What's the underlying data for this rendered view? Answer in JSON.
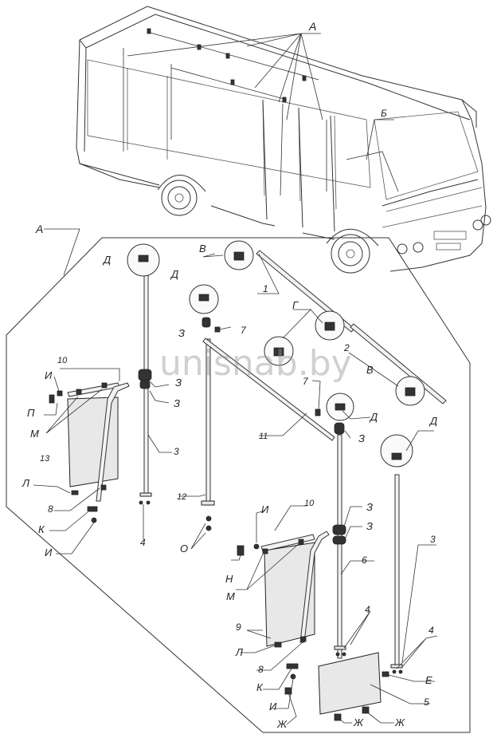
{
  "watermark": "unisnab.by",
  "labels": {
    "A_top": "А",
    "B_top": "Б",
    "A_panel": "А",
    "D1": "Д",
    "D2": "Д",
    "D3": "Д",
    "D4": "Д",
    "V1": "В",
    "V2": "В",
    "G": "Г",
    "n1": "1",
    "n2": "2",
    "z1": "З",
    "z2": "З",
    "z3": "З",
    "z4": "З",
    "z5": "З",
    "z6": "З",
    "n7a": "7",
    "n7b": "7",
    "n10a": "10",
    "n10b": "10",
    "I1": "И",
    "I2": "И",
    "I3": "И",
    "I4": "И",
    "P": "П",
    "M1": "М",
    "M2": "М",
    "n13": "13",
    "L1": "Л",
    "L2": "Л",
    "n8a": "8",
    "n8b": "8",
    "K1": "К",
    "K2": "К",
    "n3a": "3",
    "n3b": "3",
    "n4a": "4",
    "n4b": "4",
    "n4c": "4",
    "n12": "12",
    "O": "О",
    "n11": "11",
    "N": "Н",
    "n6": "6",
    "n9": "9",
    "E": "Е",
    "n5": "5",
    "Zh1": "Ж",
    "Zh2": "Ж",
    "Zh3": "Ж"
  }
}
